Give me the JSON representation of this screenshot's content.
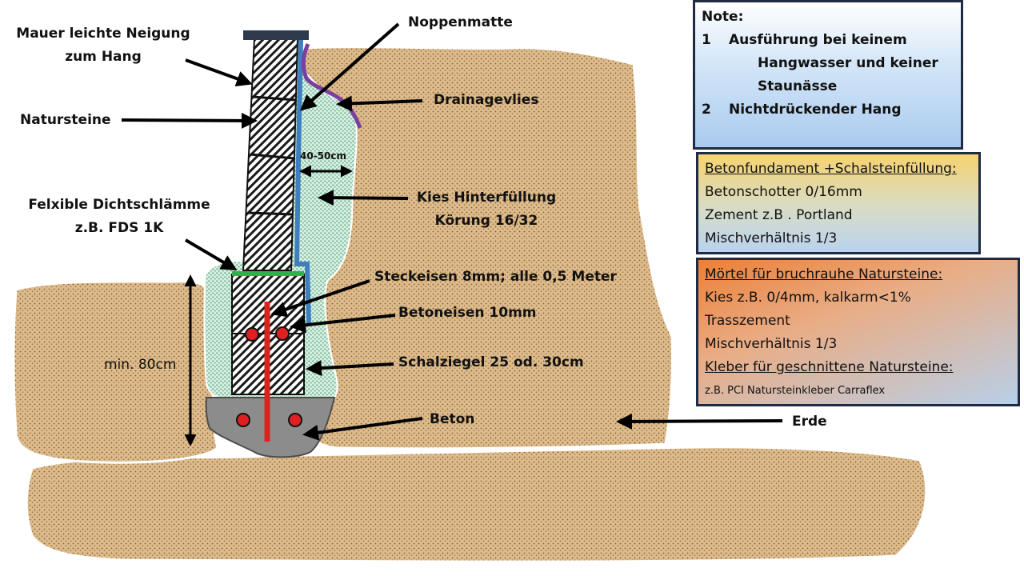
{
  "labels": {
    "mauer": [
      "Mauer leichte Neigung",
      "zum Hang"
    ],
    "natursteine": "Natursteine",
    "noppenmatte": "Noppenmatte",
    "drainagevlies": "Drainagevlies",
    "abstand": "40-50cm",
    "kies": [
      "Kies Hinterfüllung",
      "Körung 16/32"
    ],
    "dichtschlaemme": [
      "Felxible Dichtschlämme",
      "z.B. FDS 1K"
    ],
    "steckeisen": "Steckeisen 8mm; alle 0,5 Meter",
    "betoneisen": "Betoneisen 10mm",
    "schalziegel": "Schalziegel 25 od. 30cm",
    "beton": "Beton",
    "erde": "Erde",
    "tiefe": "min. 80cm"
  },
  "note": {
    "title": "Note:",
    "items": [
      {
        "num": "1",
        "lines": [
          "Ausführung bei keinem",
          "Hangwasser und keiner",
          "Staunässe"
        ]
      },
      {
        "num": "2",
        "lines": [
          "Nichtdrückender Hang"
        ]
      }
    ]
  },
  "beton_box": {
    "title": "Betonfundament +Schalsteinfüllung:",
    "lines": [
      "Betonschotter 0/16mm",
      "Zement z.B . Portland",
      "Mischverhältnis 1/3"
    ]
  },
  "moertel_box": {
    "title": "Mörtel für bruchrauhe  Natursteine:",
    "lines": [
      "Kies z.B. 0/4mm,  kalkarm<1%",
      "Trasszement",
      "Mischverhältnis 1/3"
    ],
    "title2": "Kleber für geschnittene Natursteine:",
    "small": "z.B. PCI Natursteinkleber Carraflex"
  },
  "colors": {
    "soil": "#d9b88a",
    "gravel": "#cfe7dc",
    "wall_stone": "#3a3a3a",
    "membrane": "#3f7fc0",
    "fleece": "#7a3fa0",
    "rebar": "#e02020",
    "concrete": "#8a8a8a",
    "seal": "#2cb24a",
    "cap": "#2f3a4d"
  }
}
